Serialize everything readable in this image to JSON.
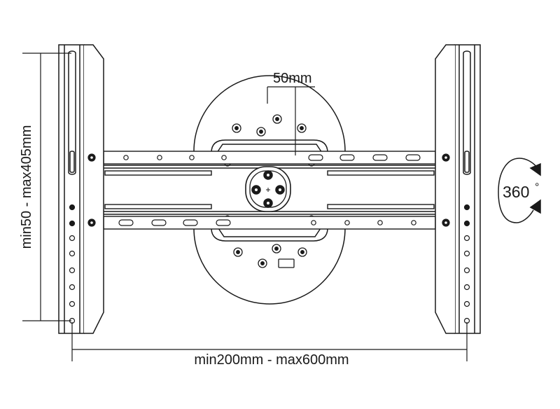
{
  "labels": {
    "hole_spacing": "50mm",
    "vertical_range": "min50 - max405mm",
    "horizontal_range": "min200mm - max600mm",
    "rotation": "360",
    "degree_symbol": "°"
  }
}
